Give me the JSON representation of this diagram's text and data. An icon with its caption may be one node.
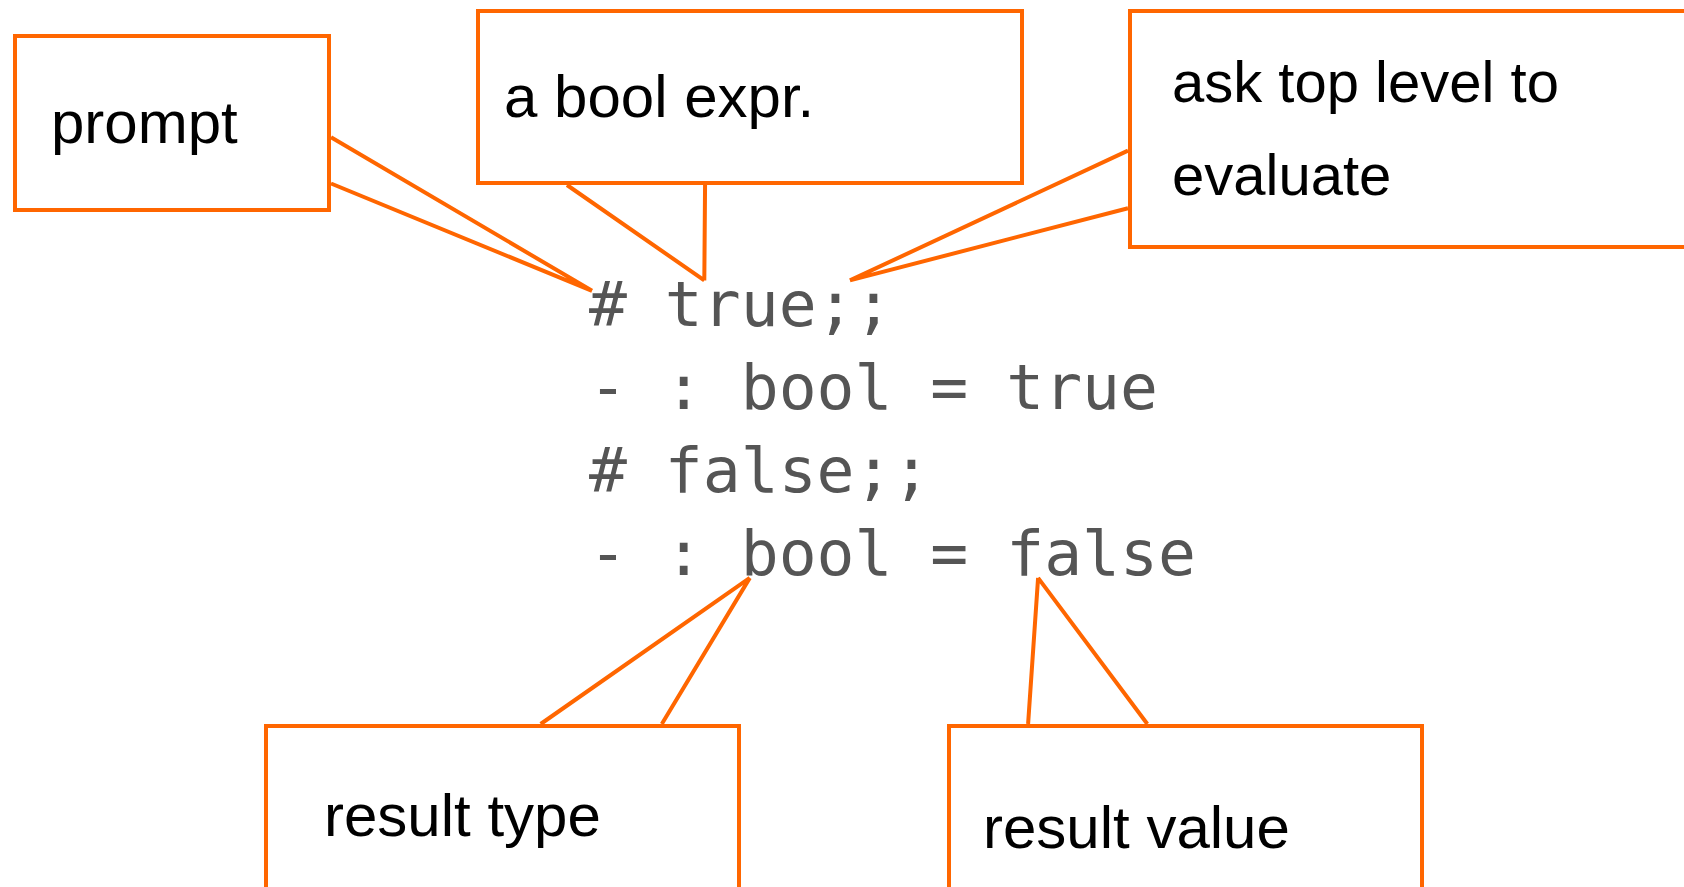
{
  "diagram": {
    "nodes": [
      {
        "text": [
          "prompt"
        ]
      },
      {
        "text": [
          "a bool expr."
        ]
      },
      {
        "text": [
          "ask top level to evaluate"
        ]
      },
      {
        "text": [
          "# true;;"
        ]
      },
      {
        "text": [
          "- : bool = true"
        ]
      },
      {
        "text": [
          "# false;;"
        ]
      },
      {
        "text": [
          "- : bool = false"
        ]
      },
      {
        "text": [
          "result type"
        ]
      },
      {
        "text": [
          "result value"
        ]
      }
    ],
    "edges": [
      {
        "from": 0,
        "to": 3,
        "arrow": "none"
      },
      {
        "from": 1,
        "to": 3,
        "arrow": "none"
      },
      {
        "from": 2,
        "to": 3,
        "arrow": "none"
      },
      {
        "from": 7,
        "to": 6,
        "arrow": "none"
      },
      {
        "from": 8,
        "to": 6,
        "arrow": "none"
      }
    ]
  }
}
